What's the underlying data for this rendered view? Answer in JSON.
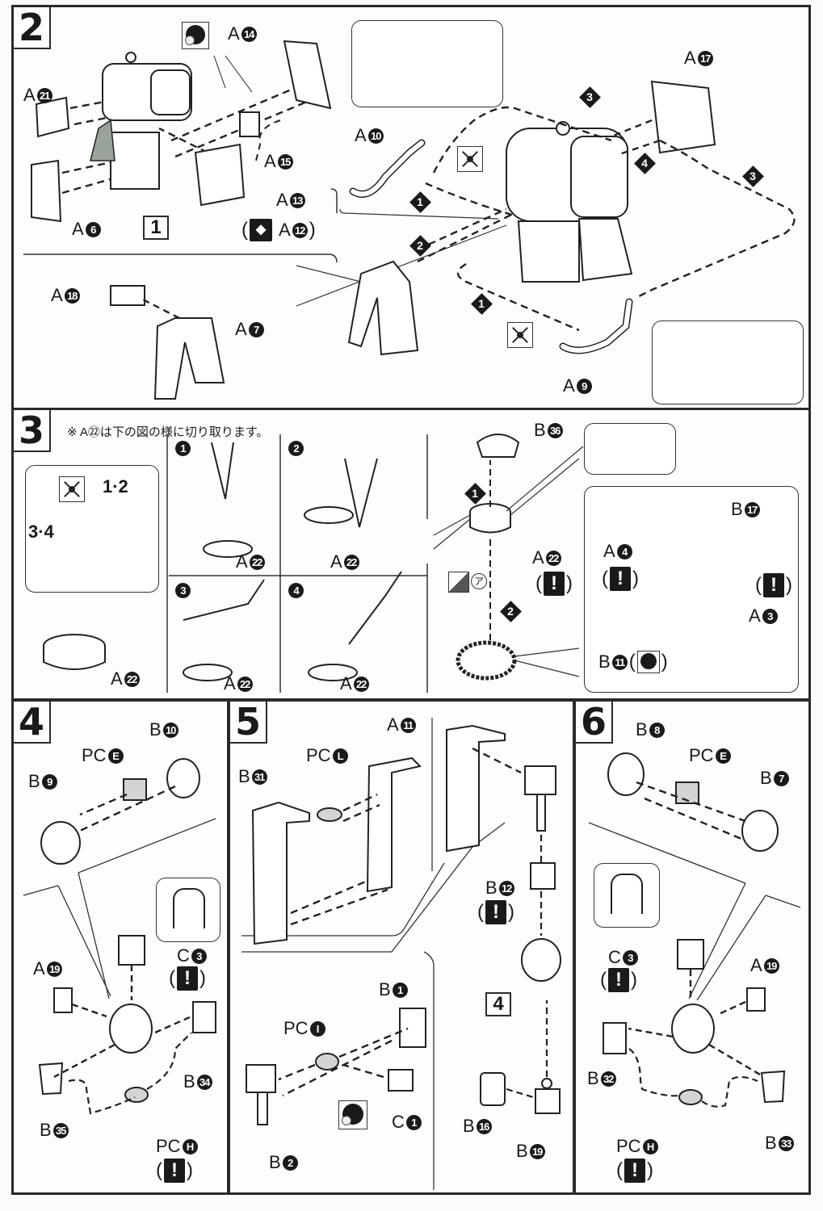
{
  "steps": [
    {
      "number": "2",
      "labels": {
        "a21": {
          "letter": "A",
          "num": "21"
        },
        "a14": {
          "letter": "A",
          "num": "14"
        },
        "a15": {
          "letter": "A",
          "num": "15"
        },
        "a13": {
          "letter": "A",
          "num": "13"
        },
        "a12": {
          "letter": "A",
          "num": "12"
        },
        "a6": {
          "letter": "A",
          "num": "6"
        },
        "a10": {
          "letter": "A",
          "num": "10"
        },
        "a17": {
          "letter": "A",
          "num": "17"
        },
        "a18": {
          "letter": "A",
          "num": "18"
        },
        "a7": {
          "letter": "A",
          "num": "7"
        },
        "a9": {
          "letter": "A",
          "num": "9"
        }
      },
      "subassembly_ref": "1",
      "order_markers": [
        "1",
        "2",
        "3",
        "4",
        "3",
        "1"
      ],
      "mirror_note": {
        "open": "(",
        "close": ")"
      }
    },
    {
      "number": "3",
      "note": "※ A㉒は下の図の様に切り取ります。",
      "cut_steps": [
        "1",
        "2",
        "3",
        "4"
      ],
      "cut_label_12": "1·2",
      "cut_label_34": "3·4",
      "labels": {
        "a22": {
          "letter": "A",
          "num": "22"
        },
        "b36": {
          "letter": "B",
          "num": "36"
        },
        "a4": {
          "letter": "A",
          "num": "4"
        },
        "b17": {
          "letter": "B",
          "num": "17"
        },
        "a3": {
          "letter": "A",
          "num": "3"
        },
        "b11": {
          "letter": "B",
          "num": "11"
        }
      },
      "sticker_ref": "ア",
      "order_markers": [
        "1",
        "2"
      ],
      "warning_glyph": "!"
    },
    {
      "number": "4",
      "labels": {
        "b10": {
          "letter": "B",
          "num": "10"
        },
        "pce": {
          "letter": "PC",
          "num": "E"
        },
        "b9": {
          "letter": "B",
          "num": "9"
        },
        "c3": {
          "letter": "C",
          "num": "3"
        },
        "a19": {
          "letter": "A",
          "num": "19"
        },
        "b34": {
          "letter": "B",
          "num": "34"
        },
        "b35": {
          "letter": "B",
          "num": "35"
        },
        "pch": {
          "letter": "PC",
          "num": "H"
        }
      },
      "warning_glyph": "!"
    },
    {
      "number": "5",
      "labels": {
        "a11": {
          "letter": "A",
          "num": "11"
        },
        "pcl": {
          "letter": "PC",
          "num": "L"
        },
        "b31": {
          "letter": "B",
          "num": "31"
        },
        "b12": {
          "letter": "B",
          "num": "12"
        },
        "b1": {
          "letter": "B",
          "num": "1"
        },
        "pci": {
          "letter": "PC",
          "num": "I"
        },
        "c1": {
          "letter": "C",
          "num": "1"
        },
        "b2": {
          "letter": "B",
          "num": "2"
        },
        "b16": {
          "letter": "B",
          "num": "16"
        },
        "b19": {
          "letter": "B",
          "num": "19"
        }
      },
      "subassembly_ref": "4",
      "warning_glyph": "!"
    },
    {
      "number": "6",
      "labels": {
        "b8": {
          "letter": "B",
          "num": "8"
        },
        "pce": {
          "letter": "PC",
          "num": "E"
        },
        "b7": {
          "letter": "B",
          "num": "7"
        },
        "c3": {
          "letter": "C",
          "num": "3"
        },
        "a19": {
          "letter": "A",
          "num": "19"
        },
        "b32": {
          "letter": "B",
          "num": "32"
        },
        "b33": {
          "letter": "B",
          "num": "33"
        },
        "pch": {
          "letter": "PC",
          "num": "H"
        }
      },
      "warning_glyph": "!"
    }
  ]
}
